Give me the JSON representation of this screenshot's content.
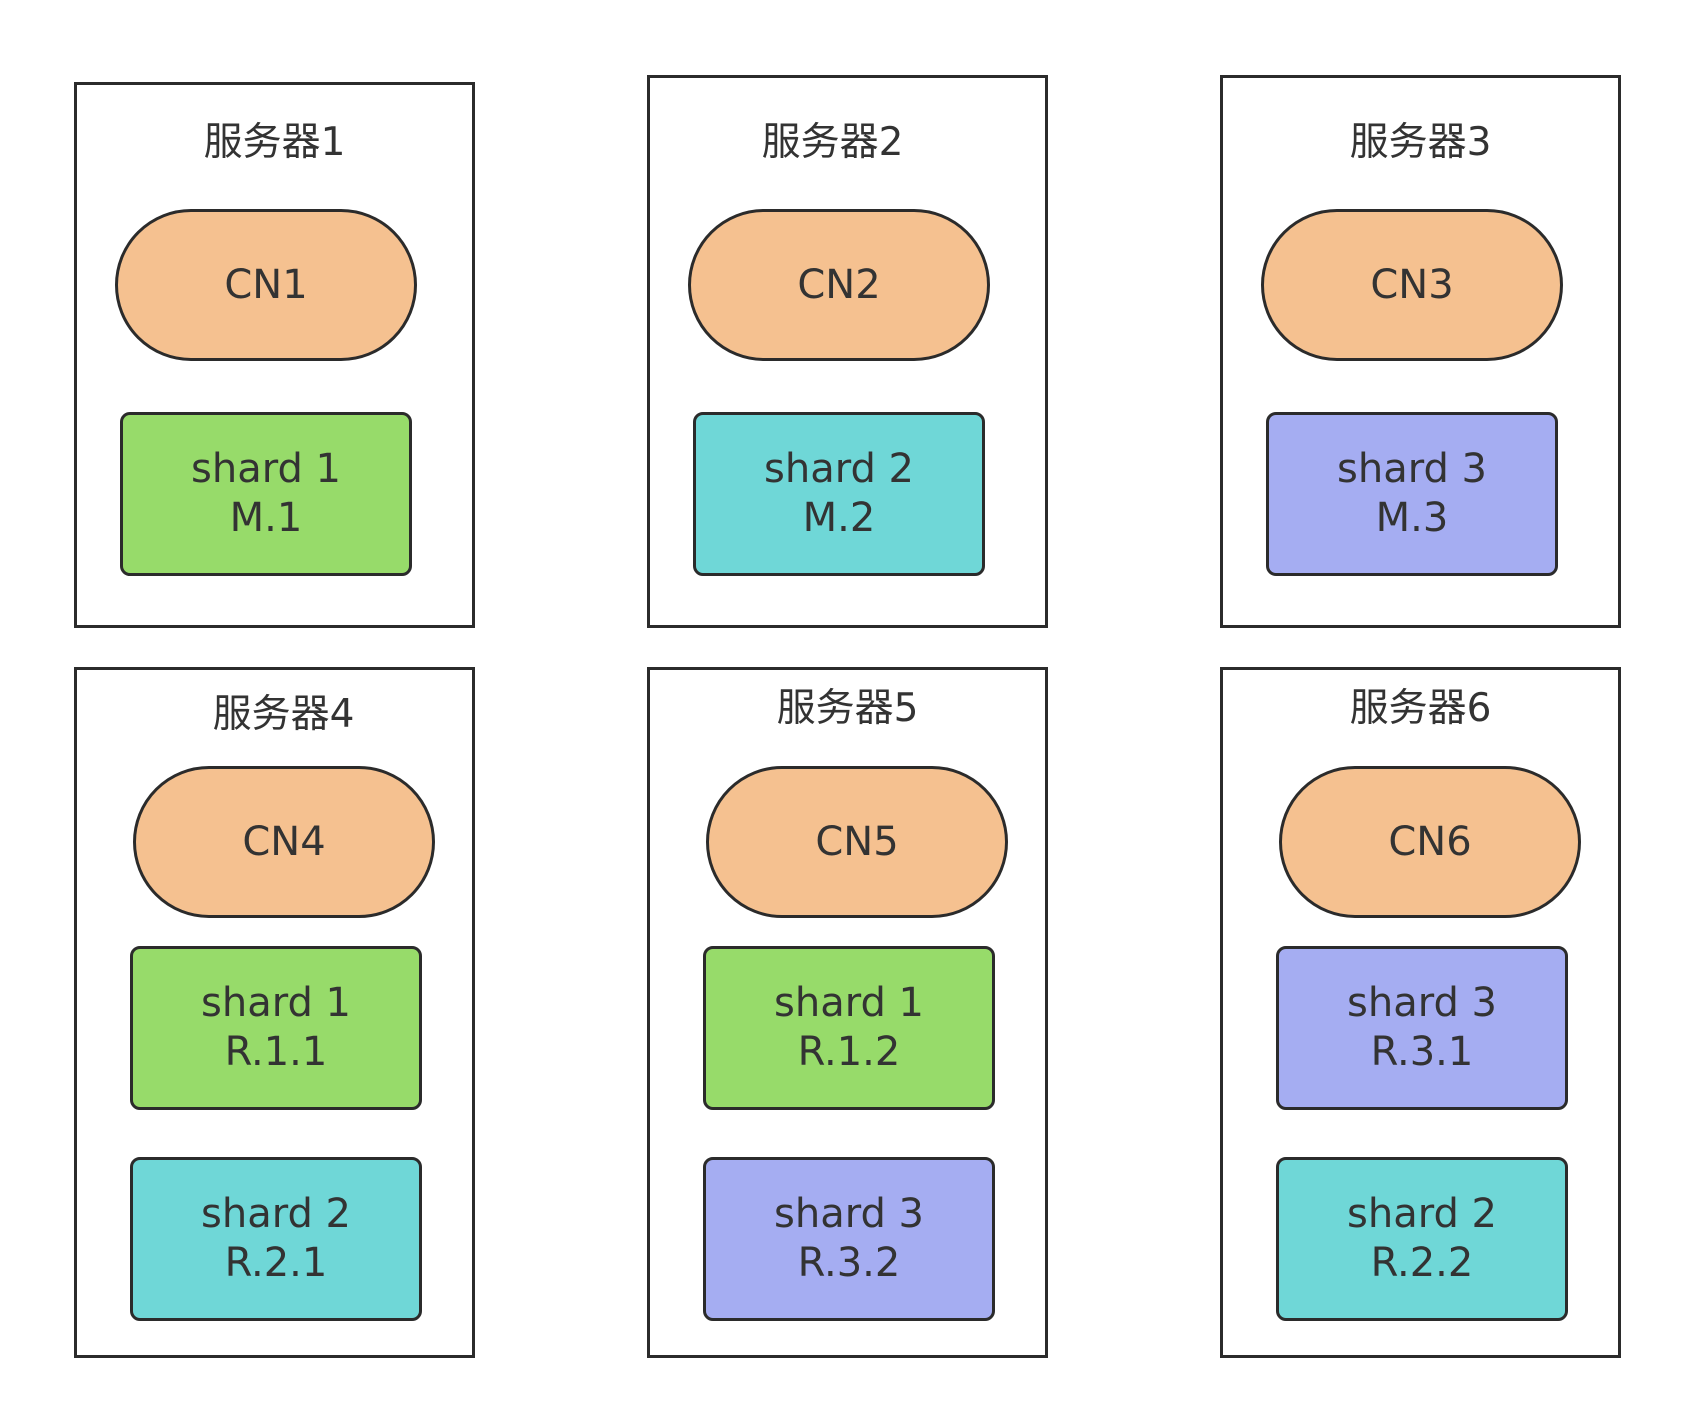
{
  "colors": {
    "cn": "#f5c190",
    "green": "#97db6a",
    "cyan": "#6fd7d7",
    "purple": "#a5adf2",
    "border": "#2b2b2b",
    "text": "#333333"
  },
  "servers": [
    {
      "title": "服务器1",
      "cn": "CN1",
      "shards": [
        {
          "name": "shard 1",
          "role": "M.1",
          "color": "#97db6a"
        }
      ]
    },
    {
      "title": "服务器2",
      "cn": "CN2",
      "shards": [
        {
          "name": "shard 2",
          "role": "M.2",
          "color": "#6fd7d7"
        }
      ]
    },
    {
      "title": "服务器3",
      "cn": "CN3",
      "shards": [
        {
          "name": "shard 3",
          "role": "M.3",
          "color": "#a5adf2"
        }
      ]
    },
    {
      "title": "服务器4",
      "cn": "CN4",
      "shards": [
        {
          "name": "shard 1",
          "role": "R.1.1",
          "color": "#97db6a"
        },
        {
          "name": "shard 2",
          "role": "R.2.1",
          "color": "#6fd7d7"
        }
      ]
    },
    {
      "title": "服务器5",
      "cn": "CN5",
      "shards": [
        {
          "name": "shard 1",
          "role": "R.1.2",
          "color": "#97db6a"
        },
        {
          "name": "shard 3",
          "role": "R.3.2",
          "color": "#a5adf2"
        }
      ]
    },
    {
      "title": "服务器6",
      "cn": "CN6",
      "shards": [
        {
          "name": "shard 3",
          "role": "R.3.1",
          "color": "#a5adf2"
        },
        {
          "name": "shard 2",
          "role": "R.2.2",
          "color": "#6fd7d7"
        }
      ]
    }
  ]
}
